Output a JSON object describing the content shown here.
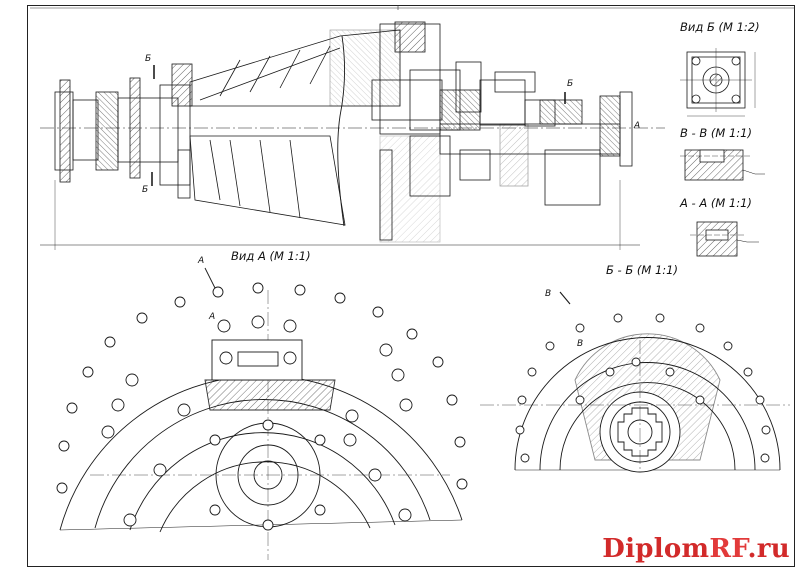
{
  "views": {
    "view_b": "Вид Б (М 1:2)",
    "section_vv": "В - В    (М 1:1)",
    "section_aa": "А - А    (М 1:1)",
    "view_a": "Вид А (М 1:1)",
    "section_bb": "Б - Б (М 1:1)"
  },
  "markers": {
    "b_top": "Б",
    "b_bottom": "Б",
    "b_right": "Б",
    "a_right": "А",
    "a_view": "А",
    "a_inner": "А",
    "v_section": "В",
    "v_inner": "В"
  },
  "watermark": {
    "main": "Diplom",
    "rf": "RF",
    "suffix": ".ru"
  },
  "colors": {
    "line": "#1a1a1a",
    "watermark": "#d22a2a"
  }
}
